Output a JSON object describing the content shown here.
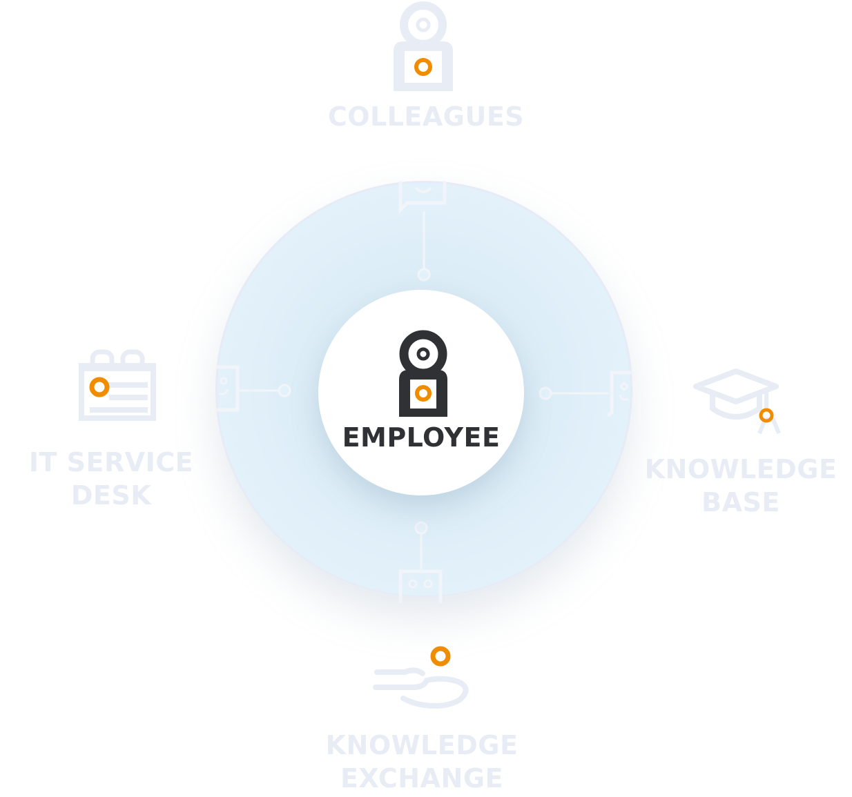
{
  "center": {
    "label": "EMPLOYEE",
    "icon": "employee-icon"
  },
  "nodes": [
    {
      "id": "colleagues",
      "label_lines": [
        "COLLEAGUES"
      ],
      "icon": "colleague-person-icon"
    },
    {
      "id": "it-service-desk",
      "label_lines": [
        "IT SERVICE",
        "DESK"
      ],
      "icon": "calendar-card-icon"
    },
    {
      "id": "knowledge-base",
      "label_lines": [
        "KNOWLEDGE",
        "BASE"
      ],
      "icon": "graduation-cap-icon"
    },
    {
      "id": "knowledge-exchange",
      "label_lines": [
        "KNOWLEDGE",
        "EXCHANGE"
      ],
      "icon": "open-hand-icon"
    }
  ],
  "colors": {
    "accent": "#f08c00",
    "center_icon": "#2f3135",
    "faded": "#e8ecf4",
    "ring": "#e3f1fa"
  }
}
